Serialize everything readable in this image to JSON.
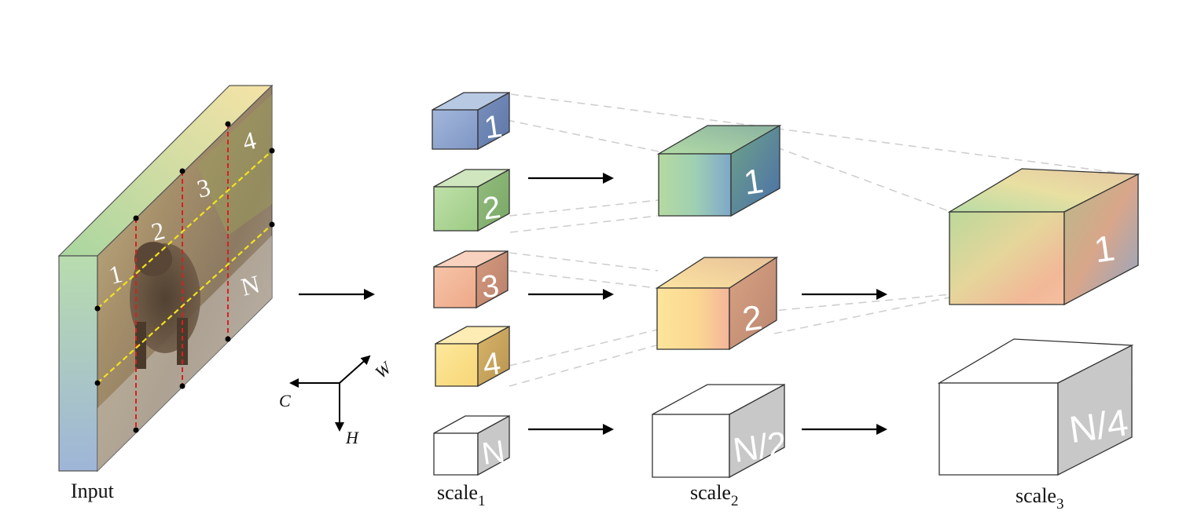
{
  "input": {
    "caption": "Input",
    "patch_labels": [
      "1",
      "2",
      "3",
      "4",
      "N"
    ]
  },
  "axes": {
    "c": "C",
    "w": "W",
    "h": "H"
  },
  "scales": [
    {
      "base": "scale",
      "sub": "1",
      "blocks": [
        "1",
        "2",
        "3",
        "4",
        "N"
      ]
    },
    {
      "base": "scale",
      "sub": "2",
      "blocks": [
        "1",
        "2",
        "N/2"
      ]
    },
    {
      "base": "scale",
      "sub": "3",
      "blocks": [
        "1",
        "N/4"
      ]
    }
  ],
  "colors": {
    "blue": "#8fa8cf",
    "green": "#a9cf8f",
    "orange": "#f2b494",
    "yellow": "#fbe08a",
    "gray_face": "#c8c8c8",
    "red_dash": "#d62020",
    "yellow_dash": "#f2e21e",
    "guide_dash": "#c8c8c8"
  }
}
